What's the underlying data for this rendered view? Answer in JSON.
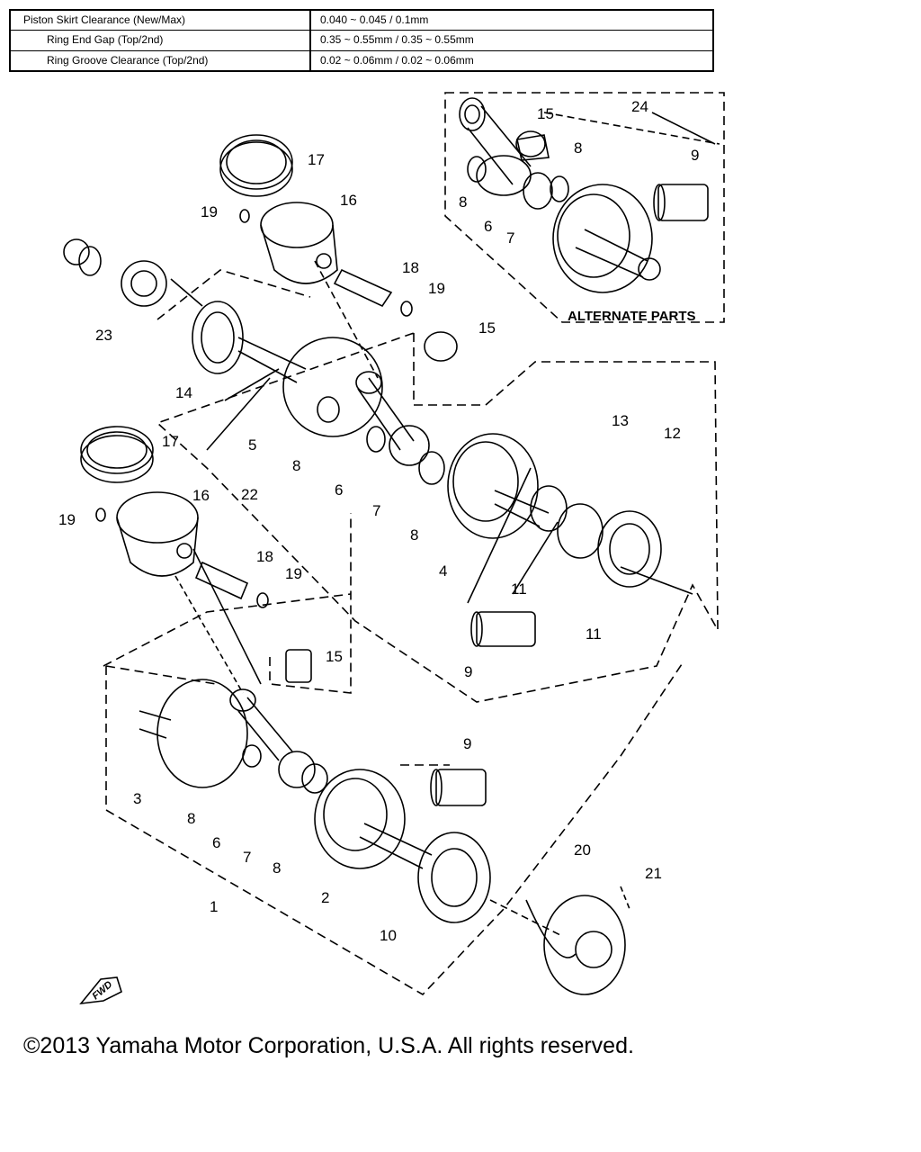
{
  "specs": {
    "rows": [
      {
        "label": "Piston Skirt Clearance (New/Max)",
        "value": "0.040 ~ 0.045 / 0.1mm"
      },
      {
        "label": "Ring End Gap (Top/2nd)",
        "value": "0.35 ~ 0.55mm / 0.35 ~ 0.55mm"
      },
      {
        "label": "Ring Groove Clearance (Top/2nd)",
        "value": "0.02 ~ 0.06mm / 0.02 ~ 0.06mm"
      }
    ]
  },
  "diagram": {
    "alternate_parts_label": "ALTERNATE PARTS",
    "fwd_label": "FWD",
    "callouts": {
      "c1": "1",
      "c2": "2",
      "c3": "3",
      "c4": "4",
      "c5": "5",
      "c6a": "6",
      "c6b": "6",
      "c6c": "6",
      "c7a": "7",
      "c7b": "7",
      "c7c": "7",
      "c8a": "8",
      "c8b": "8",
      "c8c": "8",
      "c8d": "8",
      "c8e": "8",
      "c8f": "8",
      "c9a": "9",
      "c9b": "9",
      "c9c": "9",
      "c10": "10",
      "c11a": "11",
      "c11b": "11",
      "c12": "12",
      "c13": "13",
      "c14": "14",
      "c15a": "15",
      "c15b": "15",
      "c15c": "15",
      "c16a": "16",
      "c16b": "16",
      "c17a": "17",
      "c17b": "17",
      "c18a": "18",
      "c18b": "18",
      "c19a": "19",
      "c19b": "19",
      "c19c": "19",
      "c19d": "19",
      "c20": "20",
      "c21": "21",
      "c22": "22",
      "c23": "23",
      "c24": "24"
    }
  },
  "footer": {
    "copyright": "©2013 Yamaha Motor Corporation, U.S.A. All rights reserved."
  }
}
